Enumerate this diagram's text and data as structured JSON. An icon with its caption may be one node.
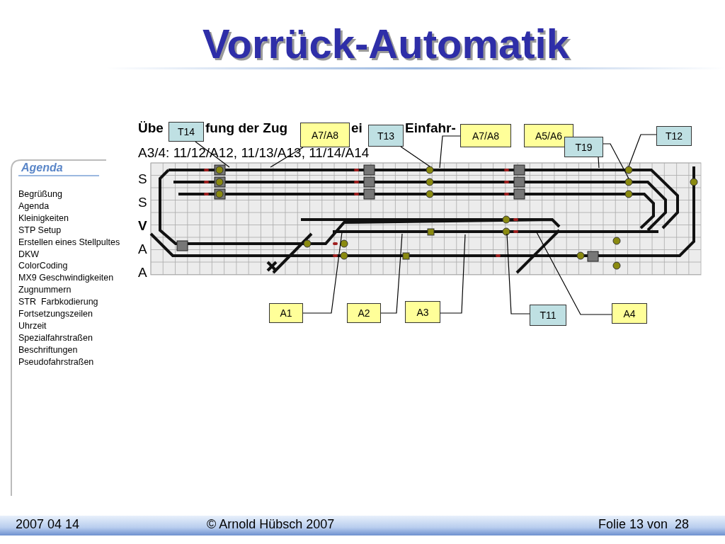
{
  "diagram": {
    "title": "Vorrück-Automatik",
    "nodes": [
      {
        "text": [
          "T14"
        ]
      },
      {
        "text": [
          "A7/A8"
        ]
      },
      {
        "text": [
          "T13"
        ]
      },
      {
        "text": [
          "A7/A8"
        ]
      },
      {
        "text": [
          "A5/A6"
        ]
      },
      {
        "text": [
          "T19"
        ]
      },
      {
        "text": [
          "T12"
        ]
      },
      {
        "text": [
          "A1"
        ]
      },
      {
        "text": [
          "A2"
        ]
      },
      {
        "text": [
          "A3"
        ]
      },
      {
        "text": [
          "T11"
        ]
      },
      {
        "text": [
          "A4"
        ]
      }
    ],
    "edges": [
      {
        "from": 0,
        "to": null,
        "arrow": "none"
      },
      {
        "from": 1,
        "to": null,
        "arrow": "none"
      },
      {
        "from": 2,
        "to": null,
        "arrow": "none"
      },
      {
        "from": 3,
        "to": null,
        "arrow": "none"
      },
      {
        "from": 5,
        "to": null,
        "arrow": "none"
      },
      {
        "from": 5,
        "to": null,
        "arrow": "none"
      },
      {
        "from": 6,
        "to": null,
        "arrow": "none"
      },
      {
        "from": 7,
        "to": null,
        "arrow": "none"
      },
      {
        "from": 8,
        "to": null,
        "arrow": "none"
      },
      {
        "from": 9,
        "to": null,
        "arrow": "none"
      },
      {
        "from": 10,
        "to": null,
        "arrow": "none"
      },
      {
        "from": 11,
        "to": null,
        "arrow": "none"
      }
    ],
    "labels": [
      "Agenda",
      "Begrüßung",
      "Agenda",
      "Kleinigkeiten",
      "STP Setup",
      "Erstellen eines Stellpultes",
      "DKW",
      "ColorCoding",
      "MX9 Geschwindigkeiten",
      "Zugnummern",
      "STR  Farbkodierung",
      "Fortsetzungszeilen",
      "Uhrzeit",
      "Spezialfahrstraßen",
      "Beschriftungen",
      "Pseudofahrstraßen",
      "Übe",
      "fung der Zug",
      "ei",
      "Einfahr-",
      "A3/4: 11/12/A12, 11/13/A13, 11/14/A14",
      "S",
      "S",
      "V",
      "A",
      "A",
      "2007 04 14",
      "© Arnold Hübsch 2007",
      "Folie 13 von  28"
    ]
  }
}
